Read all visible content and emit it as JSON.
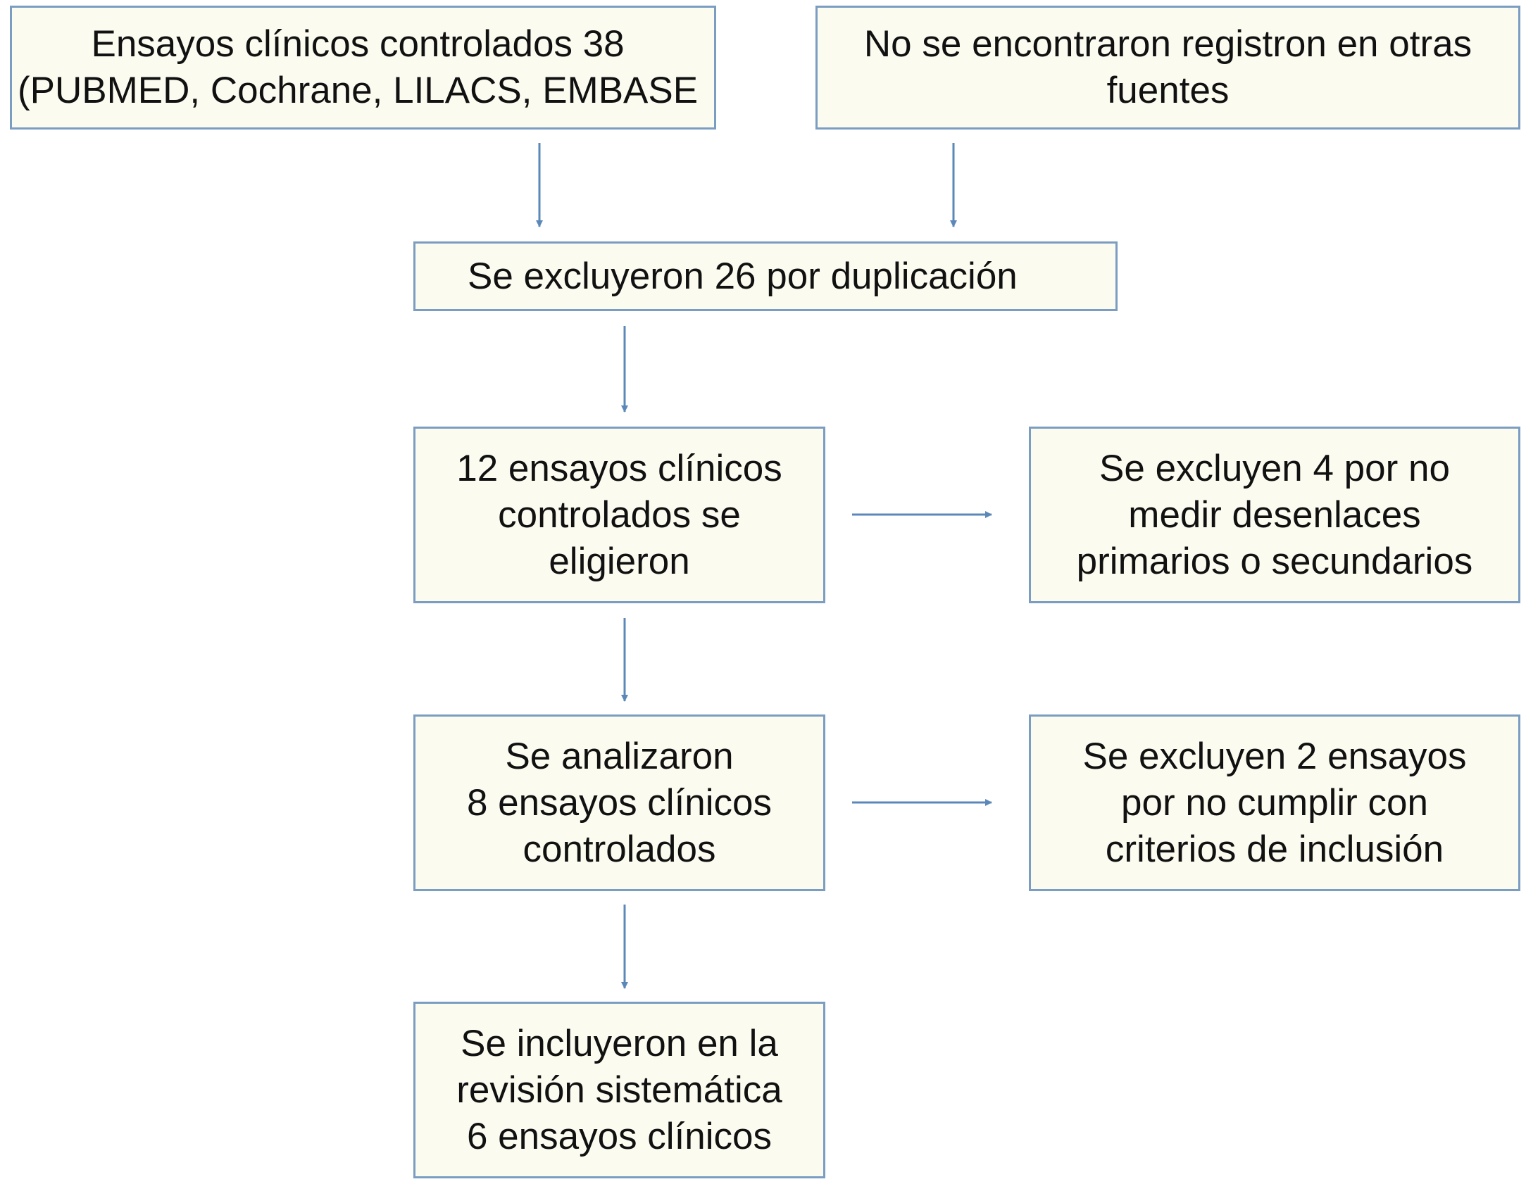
{
  "boxes": {
    "b1": {
      "lines": [
        "Ensayos clínicos controlados 38",
        "(PUBMED, Cochrane, LILACS, EMBASE"
      ]
    },
    "b2": {
      "lines": [
        "No se encontraron registron en otras",
        "fuentes"
      ]
    },
    "b3": {
      "lines": [
        "Se excluyeron 26 por duplicación"
      ]
    },
    "b4": {
      "lines": [
        "12 ensayos clínicos",
        "controlados se",
        "eligieron"
      ]
    },
    "b5": {
      "lines": [
        "Se excluyen 4 por no",
        "medir desenlaces",
        "primarios o secundarios"
      ]
    },
    "b6": {
      "lines": [
        "Se analizaron",
        "8 ensayos clínicos",
        "controlados"
      ]
    },
    "b7": {
      "lines": [
        "Se excluyen 2 ensayos",
        "por no cumplir con",
        "criterios de inclusión"
      ]
    },
    "b8": {
      "lines": [
        "Se incluyeron en la",
        "revisión sistemática",
        "6 ensayos clínicos"
      ]
    }
  },
  "colors": {
    "box_fill": "#fbfbf0",
    "box_border": "#7b9dc1",
    "arrow": "#5b88b8",
    "text": "#111111"
  }
}
